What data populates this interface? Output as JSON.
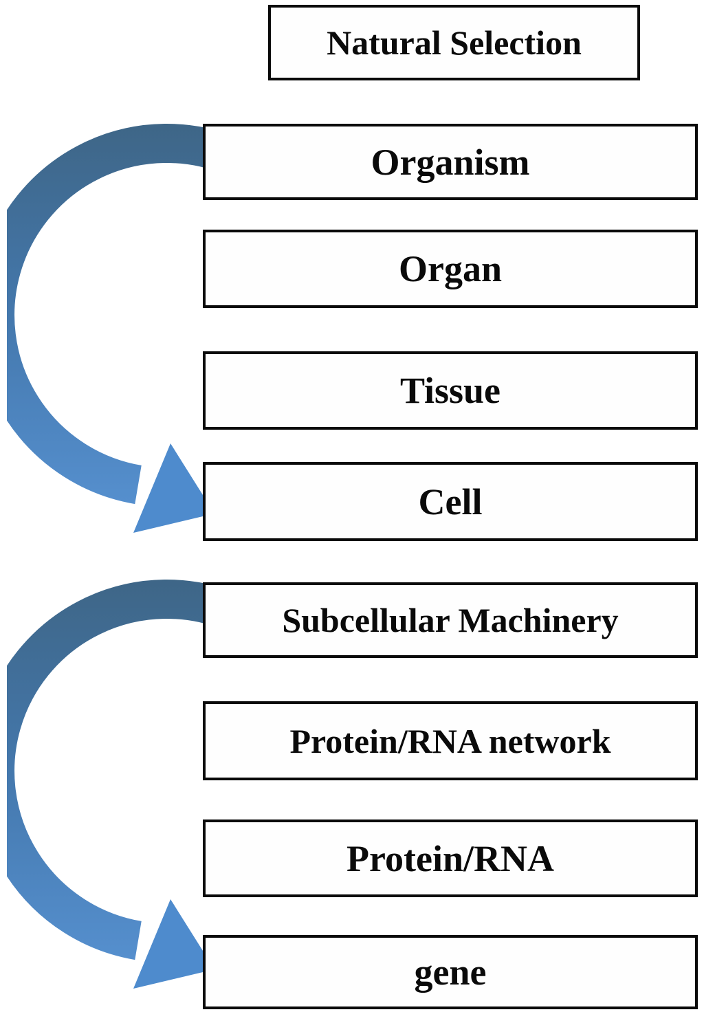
{
  "title": {
    "label": "Natural Selection"
  },
  "levels": [
    {
      "label": "Organism"
    },
    {
      "label": "Organ"
    },
    {
      "label": "Tissue"
    },
    {
      "label": "Cell"
    },
    {
      "label": "Subcellular Machinery"
    },
    {
      "label": "Protein/RNA network"
    },
    {
      "label": "Protein/RNA"
    },
    {
      "label": "gene"
    }
  ],
  "arrows": [
    {
      "name": "upper-selection-arrow",
      "from_box": "Organism",
      "to_box": "Cell"
    },
    {
      "name": "lower-selection-arrow",
      "from_box": "Subcellular Machinery",
      "to_box": "gene"
    }
  ],
  "colors": {
    "page_background": "#ffffff",
    "box_background": "#fefefe",
    "box_border": "#0a0a0a",
    "text": "#0a0a0a",
    "arrow_gradient_top": "#3e6585",
    "arrow_gradient_mid": "#4478ad",
    "arrow_gradient_bottom": "#5b97d9",
    "arrow_head": "#4e8bcd"
  }
}
